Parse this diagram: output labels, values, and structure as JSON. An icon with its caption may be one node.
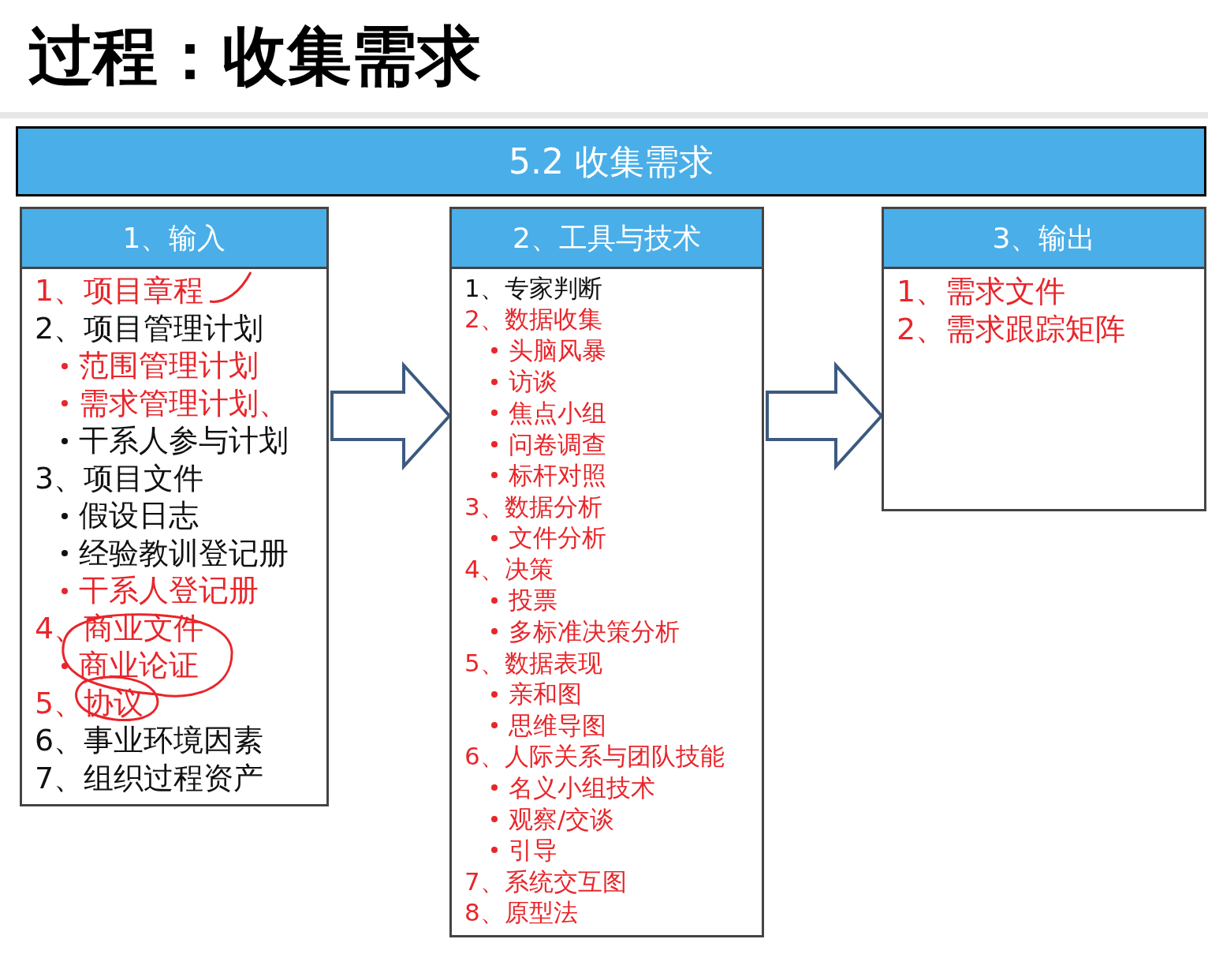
{
  "diagram": {
    "title": "过程：收集需求",
    "nodes": [
      {
        "text": [
          "5.2 收集需求"
        ]
      },
      {
        "text": [
          "1、项目章程",
          "2、项目管理计划",
          "范围管理计划",
          "需求管理计划、",
          "干系人参与计划",
          "3、项目文件",
          "假设日志",
          "经验教训登记册",
          "干系人登记册",
          "4、商业文件",
          "商业论证",
          "5、协议",
          "6、事业环境因素",
          "7、组织过程资产"
        ]
      },
      {
        "text": [
          "1、输入"
        ],
        "in": 1
      },
      {
        "text": [
          "1、专家判断",
          "2、数据收集",
          "头脑风暴",
          "访谈",
          "焦点小组",
          "问卷调查",
          "标杆对照",
          "3、数据分析",
          "文件分析",
          "4、决策",
          "投票",
          "多标准决策分析",
          "5、数据表现",
          "亲和图",
          "思维导图",
          "6、人际关系与团队技能",
          "名义小组技术",
          "观察/交谈",
          "引导",
          "7、系统交互图",
          "8、原型法"
        ]
      },
      {
        "text": [
          "2、工具与技术"
        ],
        "in": 3
      },
      {
        "text": [
          "1、需求文件",
          "2、需求跟踪矩阵"
        ]
      },
      {
        "text": [
          "3、输出"
        ],
        "in": 5
      }
    ],
    "edges": [
      {
        "from": 1,
        "to": 3,
        "arrow": "to",
        "style": "thick"
      },
      {
        "from": 3,
        "to": 5,
        "arrow": "to",
        "style": "thick"
      }
    ]
  }
}
